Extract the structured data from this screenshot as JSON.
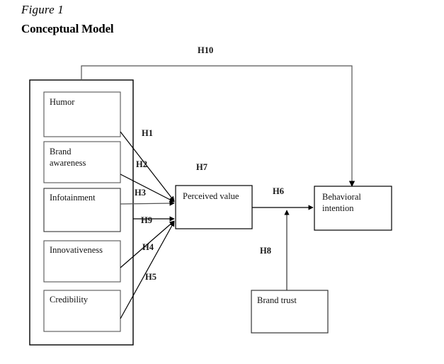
{
  "figure": {
    "label": "Figure 1",
    "title": "Conceptual Model"
  },
  "nodes": {
    "humor": "Humor",
    "brand_awareness": "Brand\nawareness",
    "infotainment": "Infotainment",
    "innovativeness": "Innovativeness",
    "credibility": "Credibility",
    "perceived_value": "Perceived value",
    "behavioral_intention": "Behavioral\nintention",
    "brand_trust": "Brand trust"
  },
  "hypotheses": {
    "h1": "H1",
    "h2": "H2",
    "h3": "H3",
    "h4": "H4",
    "h5": "H5",
    "h6": "H6",
    "h7": "H7",
    "h8": "H8",
    "h9": "H9",
    "h10": "H10"
  },
  "colors": {
    "stroke": "#000000",
    "box_fill": "#ffffff",
    "text": "#000000"
  },
  "chart_data": {
    "type": "diagram",
    "title": "Conceptual Model",
    "nodes": [
      {
        "id": "humor",
        "label": "Humor",
        "group": "antecedents"
      },
      {
        "id": "brand_awareness",
        "label": "Brand awareness",
        "group": "antecedents"
      },
      {
        "id": "infotainment",
        "label": "Infotainment",
        "group": "antecedents"
      },
      {
        "id": "innovativeness",
        "label": "Innovativeness",
        "group": "antecedents"
      },
      {
        "id": "credibility",
        "label": "Credibility",
        "group": "antecedents"
      },
      {
        "id": "perceived_value",
        "label": "Perceived value",
        "group": "mediator"
      },
      {
        "id": "behavioral_intention",
        "label": "Behavioral intention",
        "group": "outcome"
      },
      {
        "id": "brand_trust",
        "label": "Brand trust",
        "group": "moderator"
      }
    ],
    "edges": [
      {
        "hypothesis": "H1",
        "from": "humor",
        "to": "perceived_value"
      },
      {
        "hypothesis": "H2",
        "from": "brand_awareness",
        "to": "perceived_value"
      },
      {
        "hypothesis": "H3",
        "from": "infotainment",
        "to": "perceived_value"
      },
      {
        "hypothesis": "H9",
        "from": "antecedents_group",
        "to": "perceived_value"
      },
      {
        "hypothesis": "H4",
        "from": "innovativeness",
        "to": "perceived_value"
      },
      {
        "hypothesis": "H5",
        "from": "credibility",
        "to": "perceived_value"
      },
      {
        "hypothesis": "H6",
        "from": "perceived_value",
        "to": "behavioral_intention"
      },
      {
        "hypothesis": "H7",
        "from": "perceived_value",
        "to": "perceived_value",
        "note": "label above perceived value"
      },
      {
        "hypothesis": "H8",
        "from": "brand_trust",
        "to": "h6_path"
      },
      {
        "hypothesis": "H10",
        "from": "antecedents_group",
        "to": "behavioral_intention"
      }
    ]
  }
}
